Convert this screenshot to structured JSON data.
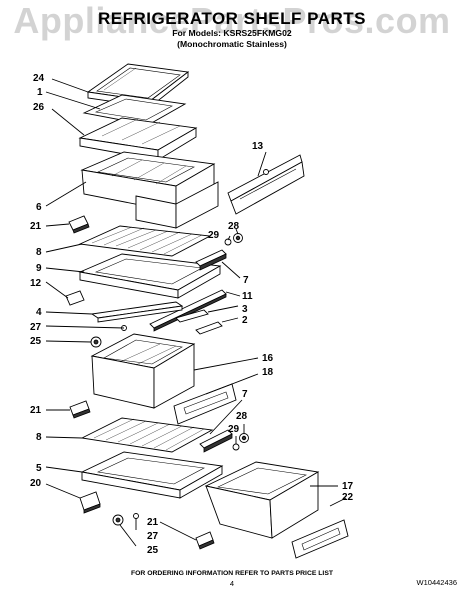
{
  "header": {
    "watermark": "AppliancePartsPros.com",
    "title": "REFRIGERATOR SHELF PARTS",
    "model_line": "For Models: KSRS25FKMG02",
    "finish_line": "(Monochromatic Stainless)"
  },
  "callouts": {
    "c24": "24",
    "c1": "1",
    "c26": "26",
    "c13": "13",
    "c6": "6",
    "c21a": "21",
    "c29a": "29",
    "c28a": "28",
    "c8a": "8",
    "c9": "9",
    "c7a": "7",
    "c12": "12",
    "c11": "11",
    "c4": "4",
    "c3": "3",
    "c2": "2",
    "c27a": "27",
    "c25a": "25",
    "c16": "16",
    "c18": "18",
    "c7b": "7",
    "c21b": "21",
    "c28b": "28",
    "c29b": "29",
    "c8b": "8",
    "c5": "5",
    "c17": "17",
    "c22": "22",
    "c20": "20",
    "c21c": "21",
    "c27b": "27",
    "c25b": "25"
  },
  "footer": {
    "ordering_note": "FOR ORDERING INFORMATION REFER TO PARTS PRICE LIST",
    "page_number": "4",
    "doc_number": "W10442436"
  }
}
